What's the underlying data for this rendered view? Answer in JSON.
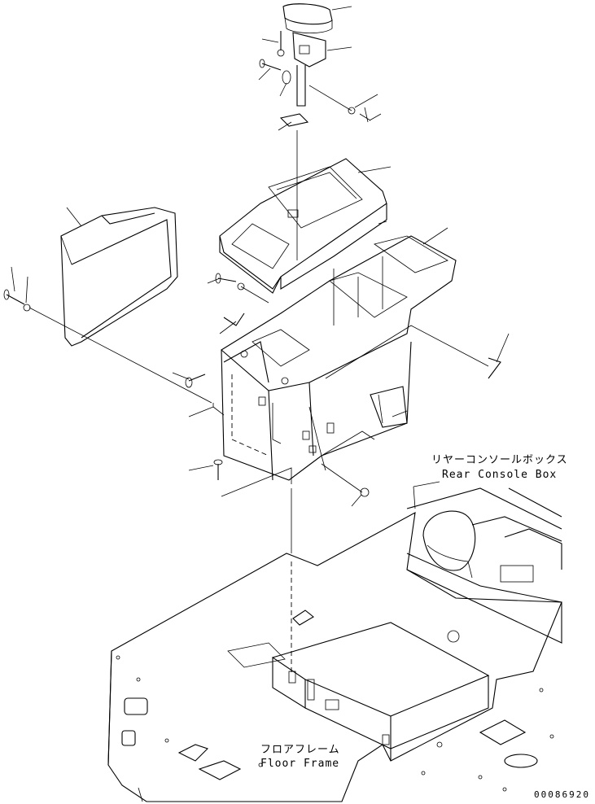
{
  "labels": {
    "rear_console_box_jp": "リヤーコンソールボックス",
    "rear_console_box_en": "Rear Console Box",
    "floor_frame_jp": "フロアフレーム",
    "floor_frame_en": "Floor Frame"
  },
  "drawing_number": "00086920",
  "colors": {
    "line": "#000000",
    "background": "#ffffff"
  }
}
